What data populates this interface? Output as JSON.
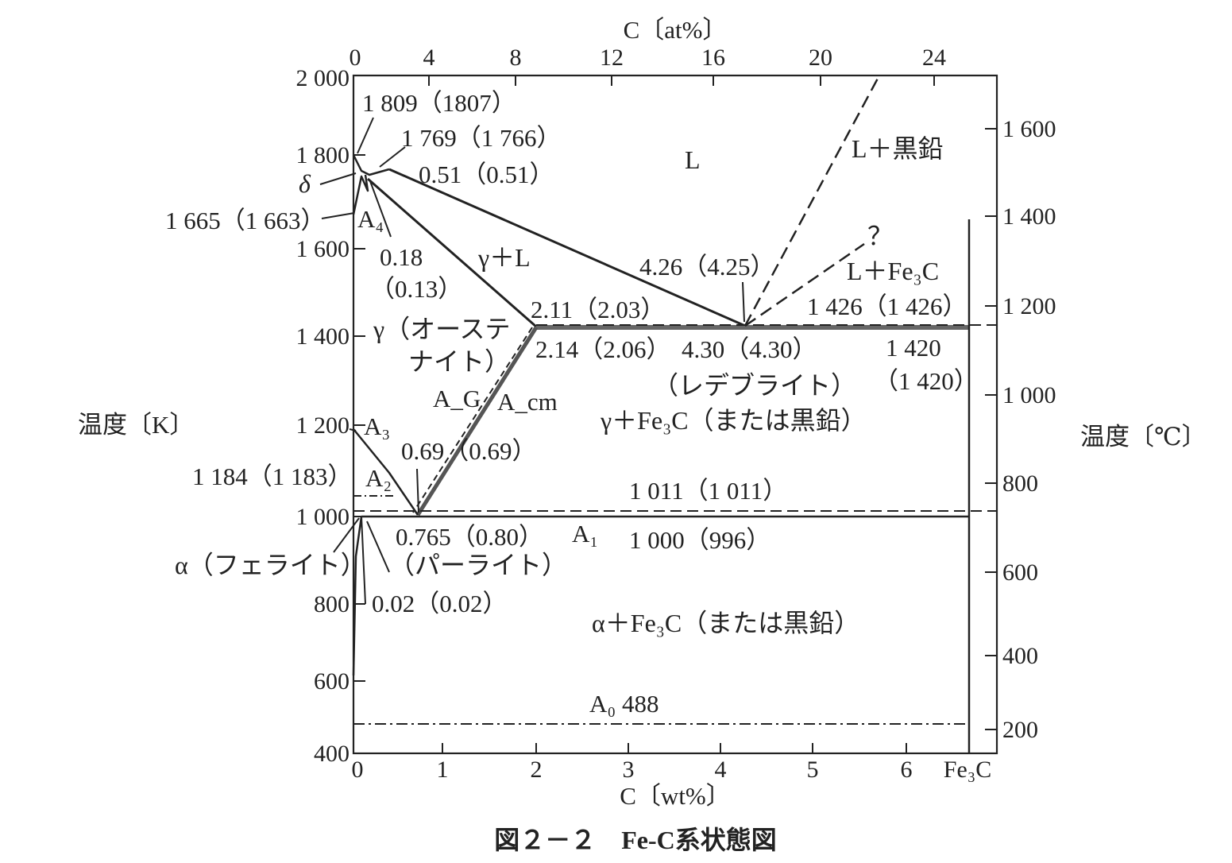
{
  "chart_data": {
    "type": "phase-diagram",
    "caption": "図２－２　Fe‐C系状態図",
    "axes": {
      "x_bottom": {
        "label": "C〔wt%〕",
        "range": [
          0,
          6.69
        ],
        "ticks": [
          "0",
          "1",
          "2",
          "3",
          "4",
          "5",
          "6"
        ],
        "end_label": "Fe₃C"
      },
      "x_top": {
        "label": "C〔at%〕",
        "range": [
          0,
          25
        ],
        "ticks": [
          "0",
          "4",
          "8",
          "12",
          "16",
          "20",
          "24"
        ]
      },
      "y_left": {
        "label": "温度〔K〕",
        "range": [
          400,
          2000
        ],
        "ticks": [
          "2 000",
          "1 800",
          "1 600",
          "1 400",
          "1 200",
          "1 000",
          "800",
          "600",
          "400"
        ]
      },
      "y_right": {
        "label": "温度〔℃〕",
        "range": [
          127,
          1727
        ],
        "ticks": [
          "1 600",
          "1 400",
          "1 200",
          "1 000",
          "800",
          "600",
          "400",
          "200"
        ]
      }
    },
    "regions": [
      {
        "text": "L"
      },
      {
        "text": "L＋黒鉛"
      },
      {
        "text": "L＋Fe₃C"
      },
      {
        "text": "？"
      },
      {
        "text": "γ＋L"
      },
      {
        "text": "γ（オーステ"
      },
      {
        "text": "ナイト）"
      },
      {
        "text": "（レデブライト）"
      },
      {
        "text": "γ＋Fe₃C（または黒鉛）"
      },
      {
        "text": "α＋Fe₃C（または黒鉛）"
      },
      {
        "text": "δ"
      },
      {
        "text": "α（フェライト）"
      },
      {
        "text": "（パーライト）"
      }
    ],
    "points": [
      {
        "label": "1 809（1807）",
        "wt": 0,
        "K": 1809
      },
      {
        "label": "1 769（1 766）",
        "wt": 0.1,
        "K": 1769
      },
      {
        "label": "0.51（0.51）",
        "wt": 0.51,
        "K": 1769
      },
      {
        "label": "1 665（1 663）",
        "wt": 0,
        "K": 1665
      },
      {
        "label": "0.18",
        "wt": 0.18,
        "K": 1769
      },
      {
        "label": "（0.13）",
        "wt": 0.13,
        "K": 1769
      },
      {
        "label": "2.11（2.03）",
        "wt": 2.11,
        "K": 1420
      },
      {
        "label": "2.14（2.06）",
        "wt": 2.14,
        "K": 1420
      },
      {
        "label": "4.26（4.25）",
        "wt": 4.26,
        "K": 1426
      },
      {
        "label": "4.30（4.30）",
        "wt": 4.3,
        "K": 1420
      },
      {
        "label": "1 426（1 426）",
        "wt": 6.69,
        "K": 1426
      },
      {
        "label": "1 420",
        "wt": 6.69,
        "K": 1420
      },
      {
        "label": "（1 420）",
        "wt": 6.69,
        "K": 1420
      },
      {
        "label": "0.69（0.69）",
        "wt": 0.69,
        "K": 1011
      },
      {
        "label": "1 011（1 011）",
        "wt": 3.5,
        "K": 1011
      },
      {
        "label": "1 184（1 183）",
        "wt": 0,
        "K": 1184
      },
      {
        "label": "0.765（0.80）",
        "wt": 0.765,
        "K": 1000
      },
      {
        "label": "1 000（996）",
        "wt": 3.5,
        "K": 1000
      },
      {
        "label": "0.02（0.02）",
        "wt": 0.02,
        "K": 1000
      },
      {
        "label": "A₀ 488",
        "wt": 3.0,
        "K": 488
      }
    ],
    "transformation_labels": [
      "A₄",
      "A₃",
      "A₂",
      "A₁",
      "A_G",
      "A_cm"
    ],
    "lines": [
      {
        "name": "liquidus-delta",
        "style": "solid",
        "wt": [
          0,
          0.51
        ],
        "K": [
          1809,
          1769
        ]
      },
      {
        "name": "liquidus-gamma",
        "style": "solid",
        "wt": [
          0.51,
          4.3
        ],
        "K": [
          1769,
          1420
        ]
      },
      {
        "name": "solidus-gamma",
        "style": "solid",
        "wt": [
          0.18,
          2.11
        ],
        "K": [
          1769,
          1420
        ]
      },
      {
        "name": "eutectic",
        "style": "solid-thick",
        "wt": [
          2.11,
          6.69
        ],
        "K": [
          1420,
          1420
        ]
      },
      {
        "name": "eutectic-graphite",
        "style": "dashed",
        "wt": [
          2.14,
          6.69
        ],
        "K": [
          1426,
          1426
        ]
      },
      {
        "name": "Acm",
        "style": "solid-thick",
        "wt": [
          0.765,
          2.11
        ],
        "K": [
          1000,
          1420
        ]
      },
      {
        "name": "AG",
        "style": "dashed",
        "wt": [
          0.69,
          2.14
        ],
        "K": [
          1011,
          1426
        ]
      },
      {
        "name": "eutectoid",
        "style": "solid",
        "wt": [
          0.02,
          6.69
        ],
        "K": [
          1000,
          1000
        ]
      },
      {
        "name": "eutectoid-graphite",
        "style": "dashed",
        "wt": [
          0,
          6.69
        ],
        "K": [
          1011,
          1011
        ]
      },
      {
        "name": "A0",
        "style": "dash-dot",
        "wt": [
          0,
          6.69
        ],
        "K": [
          488,
          488
        ]
      },
      {
        "name": "A2",
        "style": "dash-dot",
        "wt": [
          0,
          0.45
        ],
        "K": [
          1043,
          1043
        ]
      },
      {
        "name": "L-graphite",
        "style": "dashed",
        "wt": [
          4.26,
          5.6
        ],
        "K": [
          1426,
          2000
        ]
      },
      {
        "name": "L-Fe3C",
        "style": "dashed",
        "wt": [
          4.3,
          5.5
        ],
        "K": [
          1420,
          1680
        ]
      },
      {
        "name": "Fe3C",
        "style": "solid",
        "wt": [
          6.69,
          6.69
        ],
        "K": [
          400,
          1700
        ]
      }
    ],
    "grid": false,
    "legend": "none"
  }
}
